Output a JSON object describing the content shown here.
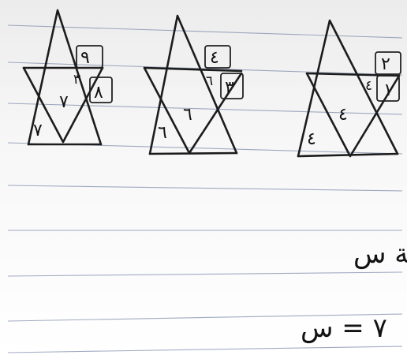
{
  "figures": [
    {
      "top_box": "٩",
      "top_side": "٣",
      "side_box": "٨",
      "center": "٧",
      "bottom_left": "٧"
    },
    {
      "top_box": "٤",
      "top_side": "٦",
      "side_box": "٣",
      "center": "٦",
      "bottom_left": "٦"
    },
    {
      "top_box": "٢",
      "top_side": "٤",
      "side_box": "١",
      "center": "٤",
      "bottom_left": "٤"
    }
  ],
  "instruction": "اوجد قيمة س",
  "answer": "٧ = س"
}
